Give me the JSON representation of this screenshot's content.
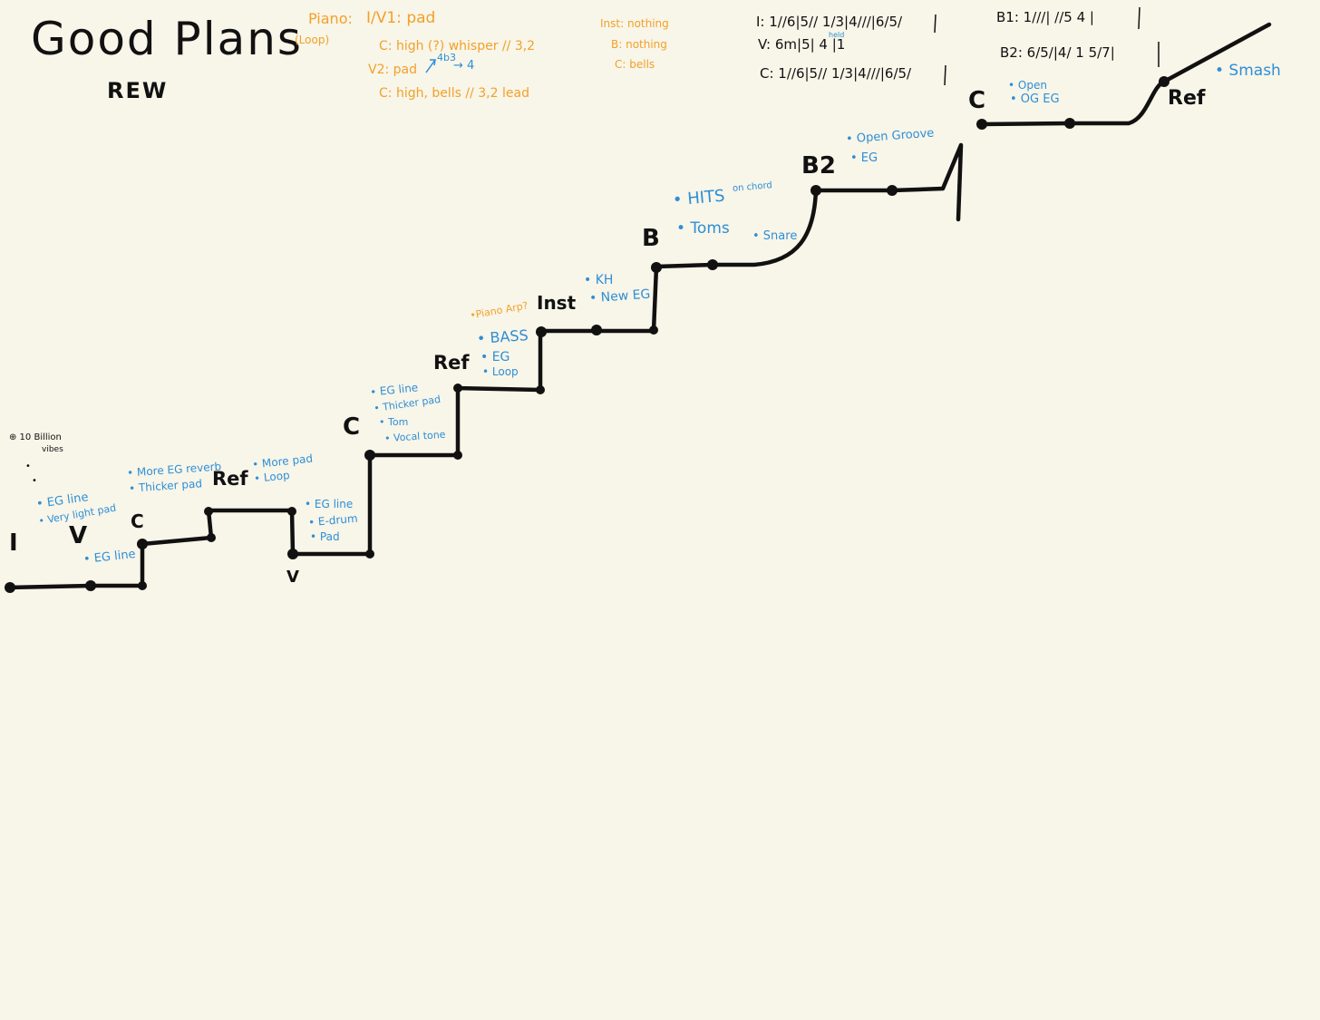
{
  "title": "Good Plans",
  "subtitle": "REW",
  "orange_notes": {
    "piano": "Piano:",
    "loop": "(Loop)",
    "line1": "I/V1: pad",
    "line2": "C: high (?) whisper // 3,2",
    "line3_label": "V2: pad",
    "line3_sup": "4b3",
    "line3_end": "→ 4",
    "line4": "C: high, bells // 3,2 lead",
    "inst": "Inst: nothing",
    "b": "B: nothing",
    "c": "C: bells",
    "piano_arp": "•Piano Arp?"
  },
  "chords": {
    "i": "I: 1//6|5// 1/3|4///|6/5/",
    "v": "V: 6m|5| 4 |1",
    "v_held": "held",
    "c": "C: 1//6|5// 1/3|4///|6/5/",
    "b1": "B1: 1///| //5 4 |",
    "b2": "B2: 6/5/|4/ 1 5/7|"
  },
  "side_note": {
    "line1": "⊕ 10 Billion",
    "line2": "vibes",
    "dot1": "•",
    "dot2": "•"
  },
  "sections": [
    {
      "label": "I"
    },
    {
      "label": "V"
    },
    {
      "label": "C"
    },
    {
      "label": "Ref"
    },
    {
      "label": "V"
    },
    {
      "label": "C"
    },
    {
      "label": "Ref"
    },
    {
      "label": "Inst"
    },
    {
      "label": "B"
    },
    {
      "label": "B2"
    },
    {
      "label": "C"
    },
    {
      "label": "Ref"
    }
  ],
  "blue_notes": {
    "intro": [
      "• EG line",
      "• Very light pad"
    ],
    "chorus1": [
      "• EG line"
    ],
    "ref1_pre": [
      "• More EG reverb",
      "• Thicker pad"
    ],
    "ref1": [
      "• More pad",
      "• Loop"
    ],
    "verse2": [
      "• EG line",
      "• E-drum",
      "• Pad"
    ],
    "chorus2": [
      "• EG line",
      "• Thicker pad",
      "• Tom",
      "• Vocal tone"
    ],
    "ref2": [
      "• BASS",
      "• EG",
      "• Loop"
    ],
    "inst": [
      "• KH",
      "• New EG"
    ],
    "bridge": [
      "• HITS",
      "on chord",
      "• Toms",
      "• Snare"
    ],
    "b2": [
      "• Open Groove",
      "• EG"
    ],
    "chorus3": [
      "• Open",
      "• OG EG"
    ],
    "ref3": [
      "• Smash"
    ]
  },
  "colors": {
    "background": "#f8f5e9",
    "ink": "#111111",
    "blue": "#2d8fd5",
    "orange": "#f2a128"
  }
}
